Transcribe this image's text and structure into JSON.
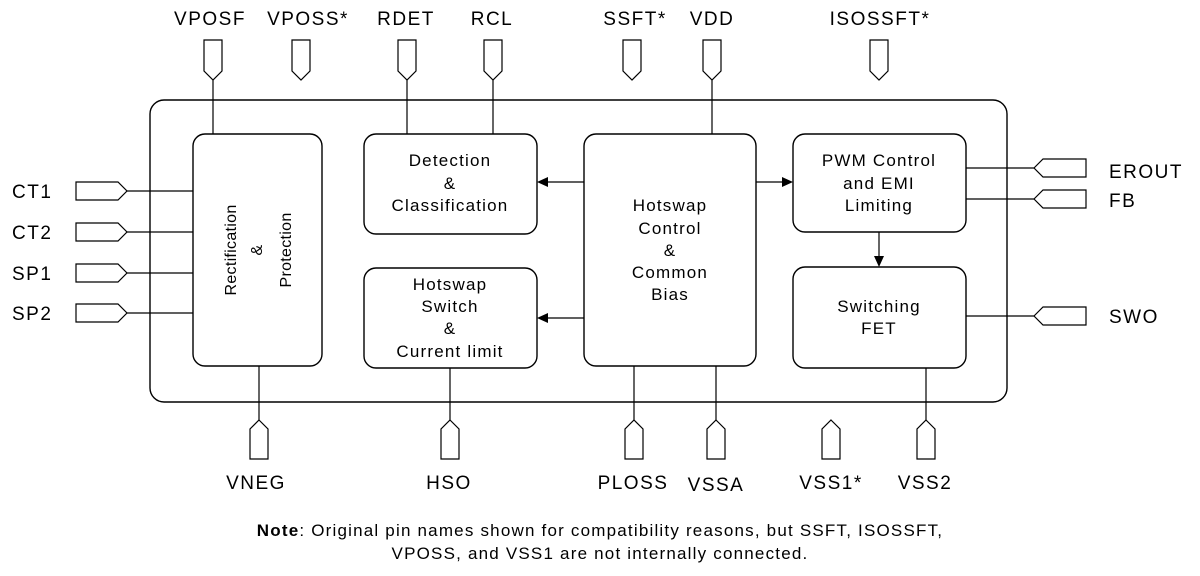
{
  "pins_top": {
    "vposf": "VPOSF",
    "vposs": "VPOSS*",
    "rdet": "RDET",
    "rcl": "RCL",
    "ssft": "SSFT*",
    "vdd": "VDD",
    "isossft": "ISOSSFT*"
  },
  "pins_left": {
    "ct1": "CT1",
    "ct2": "CT2",
    "sp1": "SP1",
    "sp2": "SP2"
  },
  "pins_right": {
    "erout": "EROUT",
    "fb": "FB",
    "swo": "SWO"
  },
  "pins_bottom": {
    "vneg": "VNEG",
    "hso": "HSO",
    "ploss": "PLOSS",
    "vssa": "VSSA",
    "vss1": "VSS1*",
    "vss2": "VSS2"
  },
  "blocks": {
    "rectification": {
      "line1": "Rectification",
      "line2": "&",
      "line3": "Protection"
    },
    "detection": {
      "line1": "Detection",
      "line2": "&",
      "line3": "Classification"
    },
    "hotswap_switch": {
      "line1": "Hotswap",
      "line2": "Switch",
      "line3": "&",
      "line4": "Current limit"
    },
    "hotswap_control": {
      "line1": "Hotswap",
      "line2": "Control",
      "line3": "&",
      "line4": "Common",
      "line5": "Bias"
    },
    "pwm": {
      "line1": "PWM Control",
      "line2": "and EMI",
      "line3": "Limiting"
    },
    "switching_fet": {
      "line1": "Switching",
      "line2": "FET"
    }
  },
  "note": {
    "label": "Note",
    "line1": ": Original pin names shown for compatibility reasons, but SSFT, ISOSSFT,",
    "line2": "VPOSS, and VSS1 are not internally connected."
  }
}
